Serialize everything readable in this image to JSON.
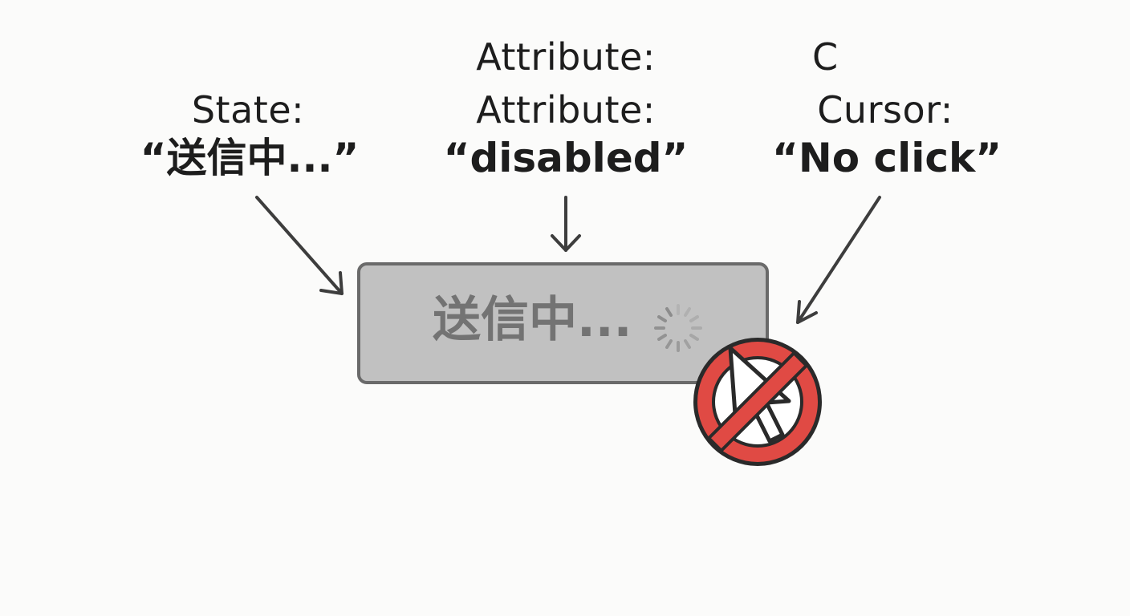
{
  "annotations": {
    "state": {
      "key": "State:",
      "value": "“送信中...”"
    },
    "attribute": {
      "key_partial": "Attribute:",
      "key": "Attribute:",
      "value": "“disabled”"
    },
    "cursor": {
      "key_partial": "C",
      "key": "Cursor:",
      "value": "“No click”"
    }
  },
  "button": {
    "label": "送信中..."
  },
  "icons": {
    "spinner": "loading-spinner-icon",
    "no_click": "no-click-cursor-icon"
  },
  "colors": {
    "button_fill": "#c1c1c1",
    "button_border": "#6a6a6a",
    "button_text": "#737373",
    "prohibition_red": "#e04a44",
    "arrow": "#3d3d3d"
  }
}
